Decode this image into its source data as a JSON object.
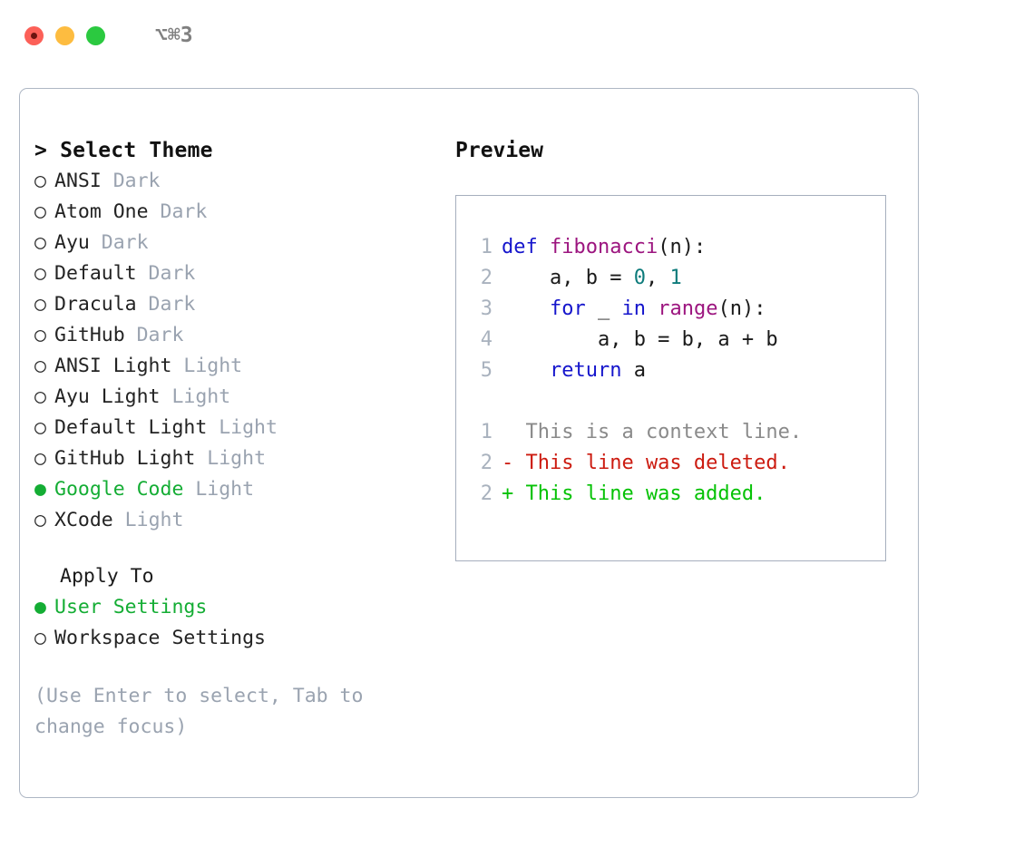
{
  "titlebar": {
    "shortcut": "⌥⌘3",
    "lights": [
      "close",
      "minimize",
      "zoom"
    ]
  },
  "theme_panel": {
    "header": "> Select Theme",
    "options": [
      {
        "bullet": "○",
        "label": "ANSI",
        "tag": "Dark",
        "selected": false
      },
      {
        "bullet": "○",
        "label": "Atom One",
        "tag": "Dark",
        "selected": false
      },
      {
        "bullet": "○",
        "label": "Ayu",
        "tag": "Dark",
        "selected": false
      },
      {
        "bullet": "○",
        "label": "Default",
        "tag": "Dark",
        "selected": false
      },
      {
        "bullet": "○",
        "label": "Dracula",
        "tag": "Dark",
        "selected": false
      },
      {
        "bullet": "○",
        "label": "GitHub",
        "tag": "Dark",
        "selected": false
      },
      {
        "bullet": "○",
        "label": "ANSI Light",
        "tag": "Light",
        "selected": false
      },
      {
        "bullet": "○",
        "label": "Ayu Light",
        "tag": "Light",
        "selected": false
      },
      {
        "bullet": "○",
        "label": "Default Light",
        "tag": "Light",
        "selected": false
      },
      {
        "bullet": "○",
        "label": "GitHub Light",
        "tag": "Light",
        "selected": false
      },
      {
        "bullet": "●",
        "label": "Google Code",
        "tag": "Light",
        "selected": true
      },
      {
        "bullet": "○",
        "label": "XCode",
        "tag": "Light",
        "selected": false
      }
    ]
  },
  "apply_to": {
    "title": "Apply To",
    "options": [
      {
        "bullet": "●",
        "label": "User Settings",
        "selected": true
      },
      {
        "bullet": "○",
        "label": "Workspace Settings",
        "selected": false
      }
    ]
  },
  "hint": "(Use Enter to select, Tab to\nchange focus)",
  "preview": {
    "title": "Preview",
    "code_lines": [
      {
        "no": "1",
        "tokens": [
          {
            "t": "def ",
            "c": "kw"
          },
          {
            "t": "fibonacci",
            "c": "fn"
          },
          {
            "t": "(",
            "c": "punc"
          },
          {
            "t": "n",
            "c": "id"
          },
          {
            "t": "):",
            "c": "punc"
          }
        ]
      },
      {
        "no": "2",
        "tokens": [
          {
            "t": "    a, b = ",
            "c": "id"
          },
          {
            "t": "0",
            "c": "num"
          },
          {
            "t": ", ",
            "c": "punc"
          },
          {
            "t": "1",
            "c": "num"
          }
        ]
      },
      {
        "no": "3",
        "tokens": [
          {
            "t": "    ",
            "c": "id"
          },
          {
            "t": "for",
            "c": "kw"
          },
          {
            "t": " _ ",
            "c": "id"
          },
          {
            "t": "in",
            "c": "kw"
          },
          {
            "t": " ",
            "c": "id"
          },
          {
            "t": "range",
            "c": "fn"
          },
          {
            "t": "(",
            "c": "punc"
          },
          {
            "t": "n",
            "c": "id"
          },
          {
            "t": "):",
            "c": "punc"
          }
        ]
      },
      {
        "no": "4",
        "tokens": [
          {
            "t": "        a, b = b, a + b",
            "c": "id"
          }
        ]
      },
      {
        "no": "5",
        "tokens": [
          {
            "t": "    ",
            "c": "id"
          },
          {
            "t": "return",
            "c": "kw"
          },
          {
            "t": " a",
            "c": "id"
          }
        ]
      }
    ],
    "diff_lines": [
      {
        "no": "1",
        "text": "  This is a context line.",
        "kind": "ctx"
      },
      {
        "no": "2",
        "text": "- This line was deleted.",
        "kind": "del"
      },
      {
        "no": "2",
        "text": "+ This line was added.",
        "kind": "add"
      }
    ]
  },
  "colors": {
    "accent_green": "#14ad34",
    "muted": "#9aa3b0",
    "panel_border": "#aeb7c4",
    "preview_border": "#a6afbd",
    "keyword": "#1515cc",
    "function": "#9c157f",
    "number": "#0d7b7b",
    "diff_delete": "#cc1b10",
    "diff_add": "#05c205",
    "light_red": "#fc6058",
    "light_yellow": "#fdbc40",
    "light_green": "#2bc940"
  }
}
